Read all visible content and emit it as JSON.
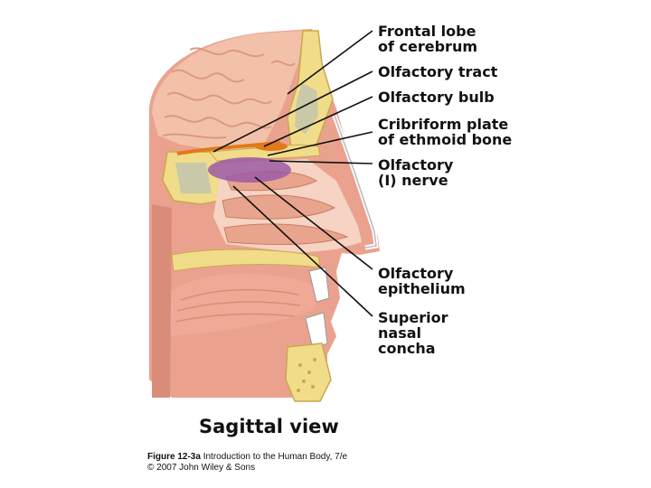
{
  "labels": [
    {
      "lines": [
        "Frontal lobe",
        "of cerebrum"
      ]
    },
    {
      "lines": [
        "Olfactory tract"
      ]
    },
    {
      "lines": [
        "Olfactory bulb"
      ]
    },
    {
      "lines": [
        "Cribriform plate",
        "of ethmoid bone"
      ]
    },
    {
      "lines": [
        "Olfactory",
        "(I) nerve"
      ]
    },
    {
      "lines": [
        "Olfactory",
        "epithelium"
      ]
    },
    {
      "lines": [
        "Superior",
        "nasal",
        "concha"
      ]
    }
  ],
  "caption": {
    "view": "Sagittal view",
    "figure_id": "Figure 12-3a",
    "source": "Introduction to the Human Body, 7/e",
    "copyright": "© 2007 John Wiley & Sons"
  },
  "colors": {
    "brain": "#f3c1a9",
    "brain_fold": "#d99a80",
    "bone": "#f1dc8a",
    "bone_dark": "#c8a94e",
    "mucosa": "#eaa28e",
    "cavity": "#f6d3c2",
    "sinus": "#c9c9a8",
    "nerve": "#e07a1a",
    "epithelium": "#9b5aa6",
    "leader": "#111111"
  }
}
